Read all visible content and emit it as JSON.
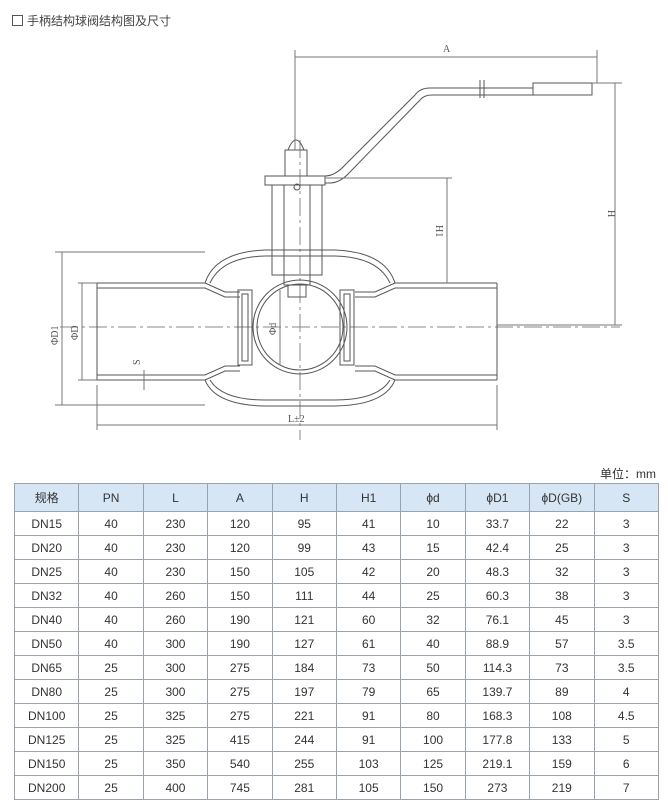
{
  "title": "手柄结构球阀结构图及尺寸",
  "diagram_labels": {
    "A": "A",
    "H": "H",
    "H1": "H1",
    "D1": "ΦD1",
    "D": "ΦD",
    "d": "Φd",
    "S": "S",
    "L": "L±2"
  },
  "unit_label": "单位：mm",
  "table": {
    "headers": [
      "规格",
      "PN",
      "L",
      "A",
      "H",
      "H1",
      "ϕd",
      "ϕD1",
      "ϕD(GB)",
      "S"
    ],
    "rows": [
      [
        "DN15",
        "40",
        "230",
        "120",
        "95",
        "41",
        "10",
        "33.7",
        "22",
        "3"
      ],
      [
        "DN20",
        "40",
        "230",
        "120",
        "99",
        "43",
        "15",
        "42.4",
        "25",
        "3"
      ],
      [
        "DN25",
        "40",
        "230",
        "150",
        "105",
        "42",
        "20",
        "48.3",
        "32",
        "3"
      ],
      [
        "DN32",
        "40",
        "260",
        "150",
        "111",
        "44",
        "25",
        "60.3",
        "38",
        "3"
      ],
      [
        "DN40",
        "40",
        "260",
        "190",
        "121",
        "60",
        "32",
        "76.1",
        "45",
        "3"
      ],
      [
        "DN50",
        "40",
        "300",
        "190",
        "127",
        "61",
        "40",
        "88.9",
        "57",
        "3.5"
      ],
      [
        "DN65",
        "25",
        "300",
        "275",
        "184",
        "73",
        "50",
        "114.3",
        "73",
        "3.5"
      ],
      [
        "DN80",
        "25",
        "300",
        "275",
        "197",
        "79",
        "65",
        "139.7",
        "89",
        "4"
      ],
      [
        "DN100",
        "25",
        "325",
        "275",
        "221",
        "91",
        "80",
        "168.3",
        "108",
        "4.5"
      ],
      [
        "DN125",
        "25",
        "325",
        "415",
        "244",
        "91",
        "100",
        "177.8",
        "133",
        "5"
      ],
      [
        "DN150",
        "25",
        "350",
        "540",
        "255",
        "103",
        "125",
        "219.1",
        "159",
        "6"
      ],
      [
        "DN200",
        "25",
        "400",
        "745",
        "281",
        "105",
        "150",
        "273",
        "219",
        "7"
      ]
    ]
  }
}
